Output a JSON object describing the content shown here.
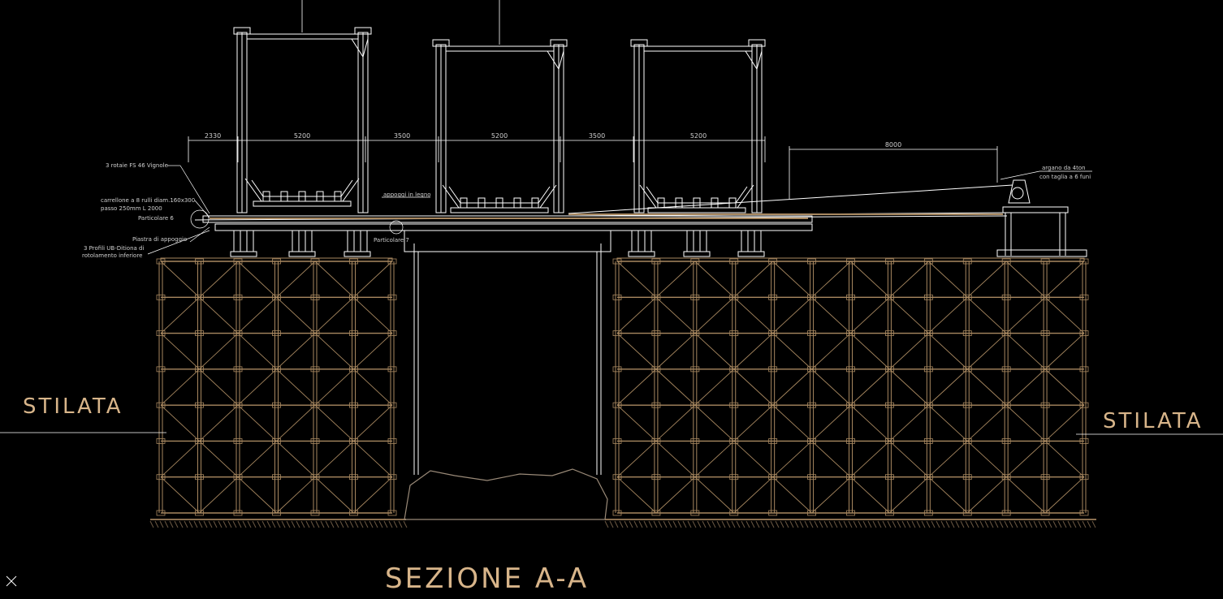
{
  "drawing": {
    "section_title": "SEZIONE A-A",
    "left_label": "STILATA",
    "right_label": "STILATA"
  },
  "dimensions": {
    "top_row": [
      "2330",
      "5200",
      "3500",
      "5200",
      "3500",
      "5200"
    ],
    "winch_span": "8000"
  },
  "annotations": {
    "rails": "3 rotaie FS 46 Vignole",
    "cart_line1": "carrellone a 8 rulli diam.160x300",
    "cart_line2": "passo 250mm L 2000",
    "detail6": "Particolare 6",
    "plate": "Piastra di appoggio",
    "profiles_line1": "3 Profili UB-Ditiona di",
    "profiles_line2": "rotolamento inferiore",
    "wood": "appoggi in legno",
    "detail7": "Particolare 7",
    "winch_line1": "argano da 4ton",
    "winch_line2": "con taglia a 6 funi"
  },
  "colors": {
    "background": "#000000",
    "structure": "#ffffff",
    "scaffold": "#a88860",
    "label_text": "#d8b58a",
    "small_text": "#cfcfcf"
  }
}
